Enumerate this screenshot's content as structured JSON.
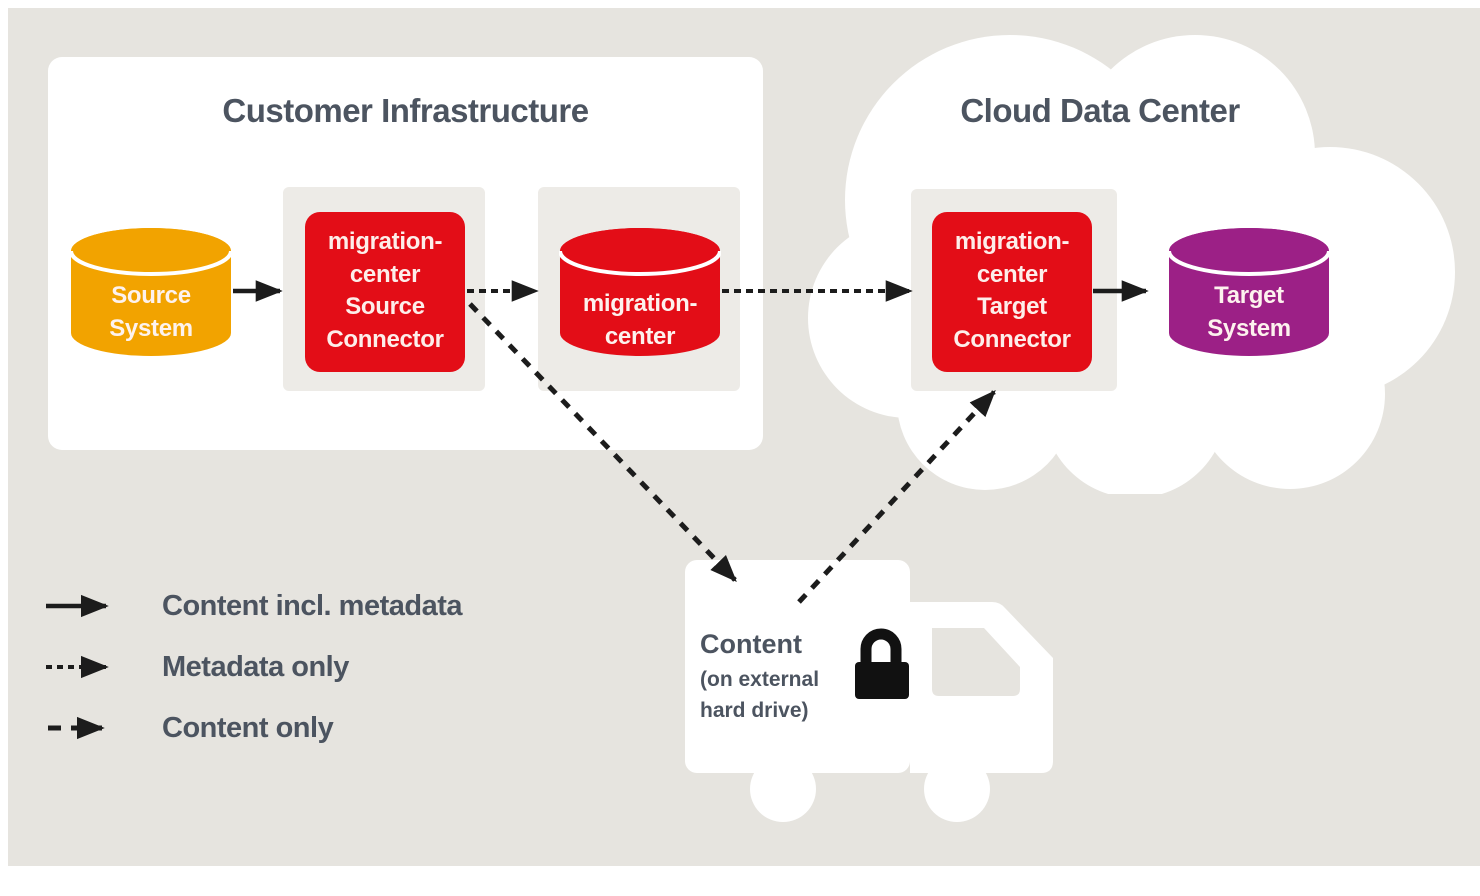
{
  "titles": {
    "customer_infrastructure": "Customer Infrastructure",
    "cloud_data_center": "Cloud Data Center"
  },
  "nodes": {
    "source_system": {
      "label": "Source\nSystem",
      "color": "#f2a300",
      "shape": "cylinder"
    },
    "source_connector": {
      "label": "migration-\ncenter\nSource\nConnector",
      "color": "#e30d17",
      "shape": "rounded-box"
    },
    "migration_center": {
      "label": "migration-\ncenter",
      "color": "#e30d17",
      "shape": "cylinder"
    },
    "target_connector": {
      "label": "migration-\ncenter\nTarget\nConnector",
      "color": "#e30d17",
      "shape": "rounded-box"
    },
    "target_system": {
      "label": "Target\nSystem",
      "color": "#9c2086",
      "shape": "cylinder"
    }
  },
  "truck": {
    "label": "Content",
    "sublabel": "(on external\nhard drive)",
    "icon": "padlock-icon"
  },
  "legend": {
    "items": [
      {
        "label": "Content incl. metadata",
        "style": "solid"
      },
      {
        "label": "Metadata only",
        "style": "fine-dash"
      },
      {
        "label": "Content only",
        "style": "coarse-dash"
      }
    ]
  },
  "colors": {
    "background": "#e6e4df",
    "panel": "#ffffff",
    "subpanel": "#edebe7",
    "red": "#e30d17",
    "orange": "#f2a300",
    "purple": "#9c2086",
    "text": "#4c5460",
    "arrow": "#1c1c1c"
  }
}
